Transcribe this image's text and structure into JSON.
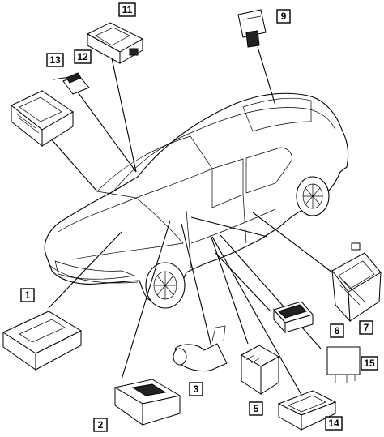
{
  "callouts": [
    {
      "id": "1",
      "label": "1"
    },
    {
      "id": "2",
      "label": "2"
    },
    {
      "id": "3",
      "label": "3"
    },
    {
      "id": "5",
      "label": "5"
    },
    {
      "id": "6",
      "label": "6"
    },
    {
      "id": "7",
      "label": "7"
    },
    {
      "id": "9",
      "label": "9"
    },
    {
      "id": "11",
      "label": "11"
    },
    {
      "id": "12",
      "label": "12"
    },
    {
      "id": "13",
      "label": "13"
    },
    {
      "id": "14",
      "label": "14"
    },
    {
      "id": "15",
      "label": "15"
    }
  ]
}
